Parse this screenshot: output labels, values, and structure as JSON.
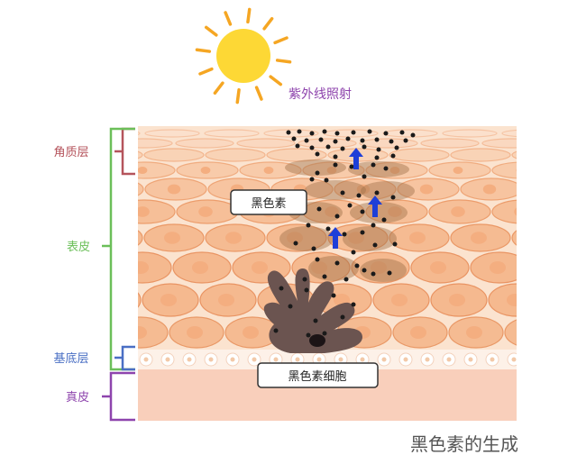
{
  "labels": {
    "uv": "紫外线照射",
    "stratum_corneum": "角质层",
    "epidermis": "表皮",
    "basal_layer": "基底层",
    "dermis": "真皮",
    "melanin": "黑色素",
    "melanocyte": "黑色素细胞",
    "caption": "黑色素的生成"
  },
  "colors": {
    "sun": "#fdd835",
    "sun_rays": "#f5a623",
    "stratum_corneum": "#b5545c",
    "epidermis": "#6bbf59",
    "basal_layer": "#4a6fc4",
    "dermis": "#8e44ad",
    "uv_label": "#8e44ad",
    "arrow": "#1e3fd8",
    "melanocyte": "#6b5450",
    "caption": "#555555"
  },
  "icons": {
    "sun": "sun-icon",
    "arrow": "arrow-up-icon"
  }
}
